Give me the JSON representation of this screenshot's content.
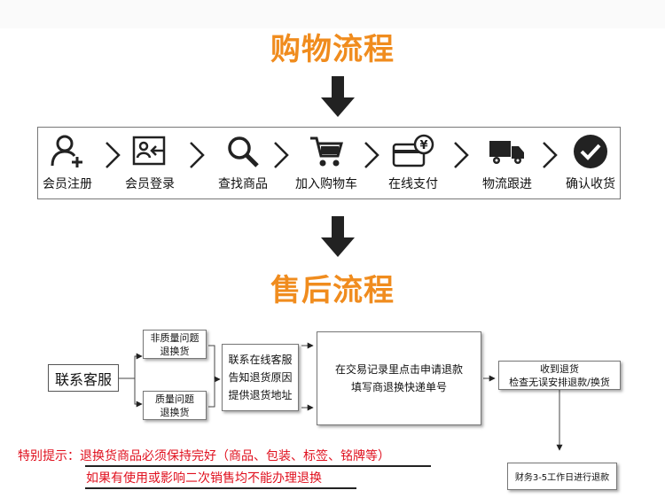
{
  "purchase_title": "购物流程",
  "aftersales_title": "售后流程",
  "purchase_steps": [
    {
      "label": "会员注册",
      "icon": "user-add-icon"
    },
    {
      "label": "会员登录",
      "icon": "login-card-icon"
    },
    {
      "label": "查找商品",
      "icon": "magnifier-icon"
    },
    {
      "label": "加入购物车",
      "icon": "cart-icon"
    },
    {
      "label": "在线支付",
      "icon": "payment-card-icon"
    },
    {
      "label": "物流跟进",
      "icon": "truck-icon"
    },
    {
      "label": "确认收货",
      "icon": "check-circle-icon"
    }
  ],
  "aftersales": {
    "contact": "联系客服",
    "non_quality": [
      "非质量问题",
      "退换货"
    ],
    "quality": [
      "质量问题",
      "退换货"
    ],
    "inform": [
      "联系在线客服",
      "告知退货原因",
      "提供退货地址"
    ],
    "apply": [
      "在交易记录里点击申请退款",
      "填写商退换快递单号"
    ],
    "receive": [
      "收到退货",
      "检查无误安排退款/换货"
    ],
    "finance": "财务3-5工作日进行退款"
  },
  "notice": {
    "prefix": "特别提示：",
    "line1": "退换货商品必须保持完好（商品、包装、标签、铭牌等）",
    "line2": "如果有使用或影响二次销售均不能办理退换"
  },
  "colors": {
    "title": "#f08c1e",
    "notice": "#e0101e",
    "icon": "#222222"
  }
}
